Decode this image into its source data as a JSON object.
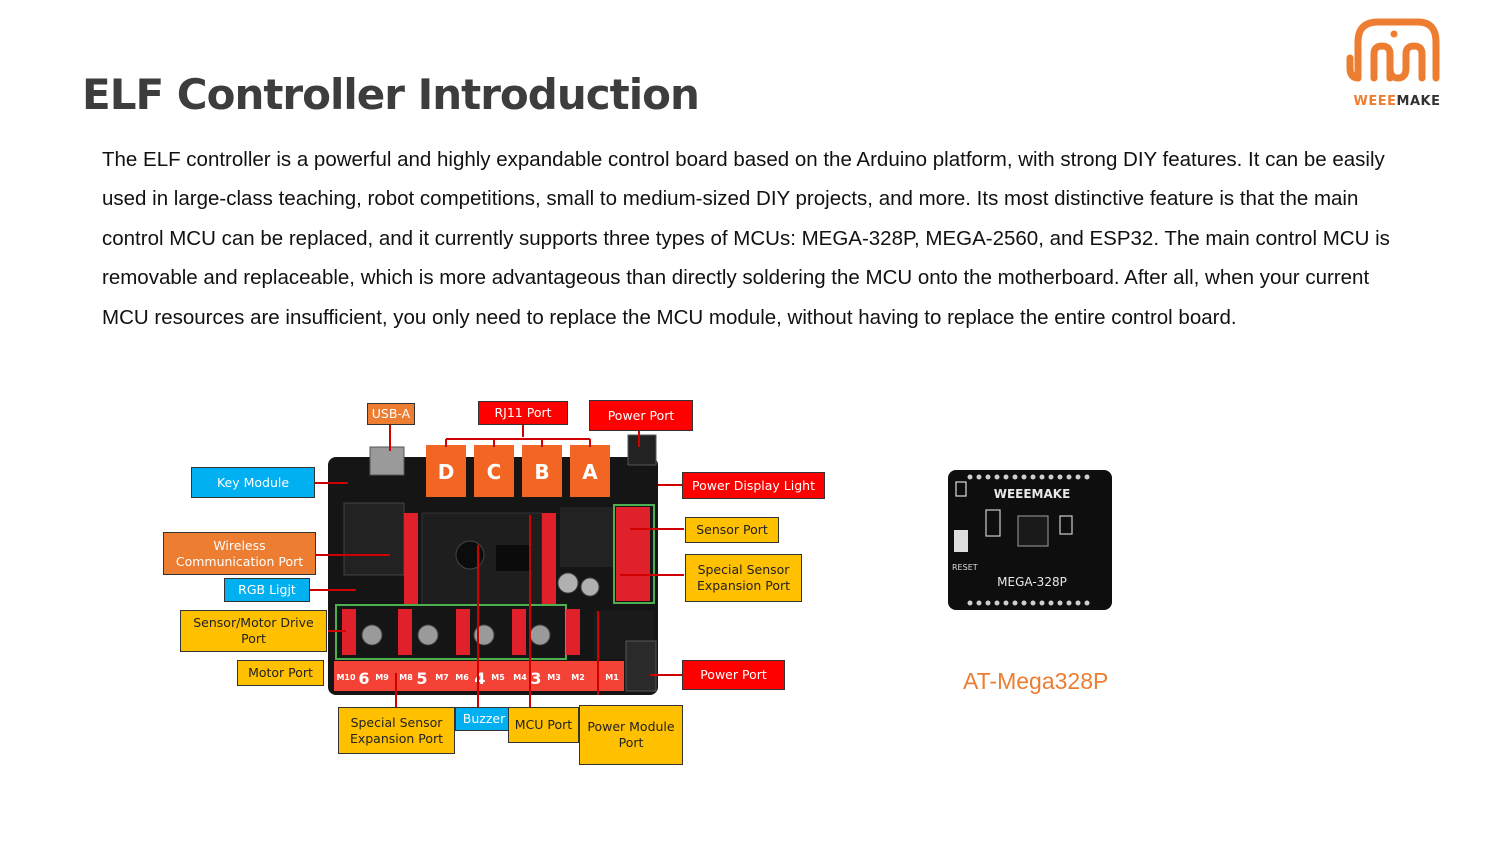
{
  "title": "ELF Controller Introduction",
  "logo": {
    "brand_left": "WEEE",
    "brand_right": "MAKE",
    "color_orange": "#ed7d31",
    "color_dark": "#333333"
  },
  "intro": "The ELF controller is a powerful and highly expandable control board based on the Arduino platform, with strong DIY features. It can be easily used in large-class teaching, robot competitions, small to medium-sized DIY projects, and more. Its most distinctive feature is that the main control MCU can be replaced, and it currently supports three types of MCUs: MEGA-328P, MEGA-2560, and ESP32. The main control MCU is removable and replaceable, which is more advantageous than directly soldering the MCU onto the motherboard. After all, when your current MCU resources are insufficient, you only need to replace the MCU module, without having to replace the entire control board.",
  "board": {
    "labels": {
      "usb_a": "USB-A",
      "rj11_port": "RJ11 Port",
      "power_port_top": "Power Port",
      "key_module": "Key Module",
      "power_display_light": "Power Display Light",
      "wireless_comm_port": "Wireless Communication Port",
      "sensor_port": "Sensor Port",
      "rgb_light": "RGB Ligjt",
      "special_sensor_right": "Special Sensor Expansion Port",
      "sensor_motor_drive": "Sensor/Motor Drive Port",
      "motor_port": "Motor Port",
      "power_port_bottom": "Power Port",
      "special_sensor_bottom": "Special Sensor Expansion Port",
      "buzzer": "Buzzer",
      "mcu_port": "MCU Port",
      "power_module_port": "Power Module Port"
    },
    "rj11_letters": [
      "D",
      "C",
      "B",
      "A"
    ],
    "motor_labels": [
      "M10",
      "6",
      "M9",
      "M8",
      "5",
      "M7",
      "M6",
      "4",
      "M5",
      "M4",
      "3",
      "M3",
      "M2",
      "M1"
    ]
  },
  "mcu_module": {
    "brand": "WEEEMAKE",
    "model": "MEGA-328P",
    "reset": "RESET",
    "caption": "AT-Mega328P"
  }
}
